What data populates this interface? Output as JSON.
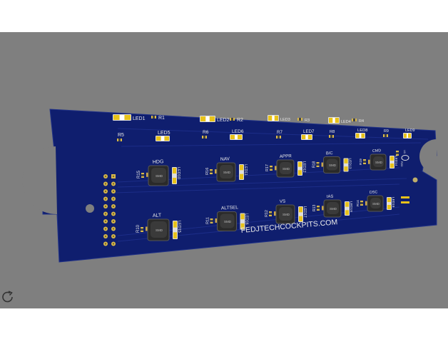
{
  "viewer": {
    "rotate_icon": "rotate-view-icon",
    "background": "#7f7f7f"
  },
  "pcb": {
    "board_color": "#0f1e6e",
    "website": "FEDJTECHCOCKPITS.COM",
    "leds_top": [
      "LED1",
      "LED2",
      "LED3",
      "LED4"
    ],
    "resistors_top": [
      "R1",
      "R2",
      "R3",
      "R4"
    ],
    "leds_row2": [
      "LED5",
      "LED6",
      "LED7",
      "LED8",
      "LED9"
    ],
    "resistors_row2": [
      "R5",
      "R6",
      "R7",
      "R8",
      "R9"
    ],
    "switches_upper": [
      {
        "label": "HDG",
        "led": "LED10",
        "res": "R15"
      },
      {
        "label": "NAV",
        "led": "LED11",
        "res": "R16"
      },
      {
        "label": "APPR",
        "led": "LED12",
        "res": "R17"
      },
      {
        "label": "B/C",
        "led": "LED13",
        "res": "R18"
      },
      {
        "label": "CMD",
        "led": "LED14",
        "res": "R19"
      }
    ],
    "switches_lower": [
      {
        "label": "ALT",
        "led": "LED15",
        "res": "R10"
      },
      {
        "label": "ALTSEL",
        "led": "LED16",
        "res": "R11"
      },
      {
        "label": "VS",
        "led": "LED17",
        "res": "R12"
      },
      {
        "label": "IAS",
        "led": "LED18",
        "res": "R13"
      },
      {
        "label": "DSC",
        "led": "LED19",
        "res": "R14"
      }
    ],
    "switch_body_text": "SMD",
    "u1": "U1",
    "r20": "R20"
  }
}
